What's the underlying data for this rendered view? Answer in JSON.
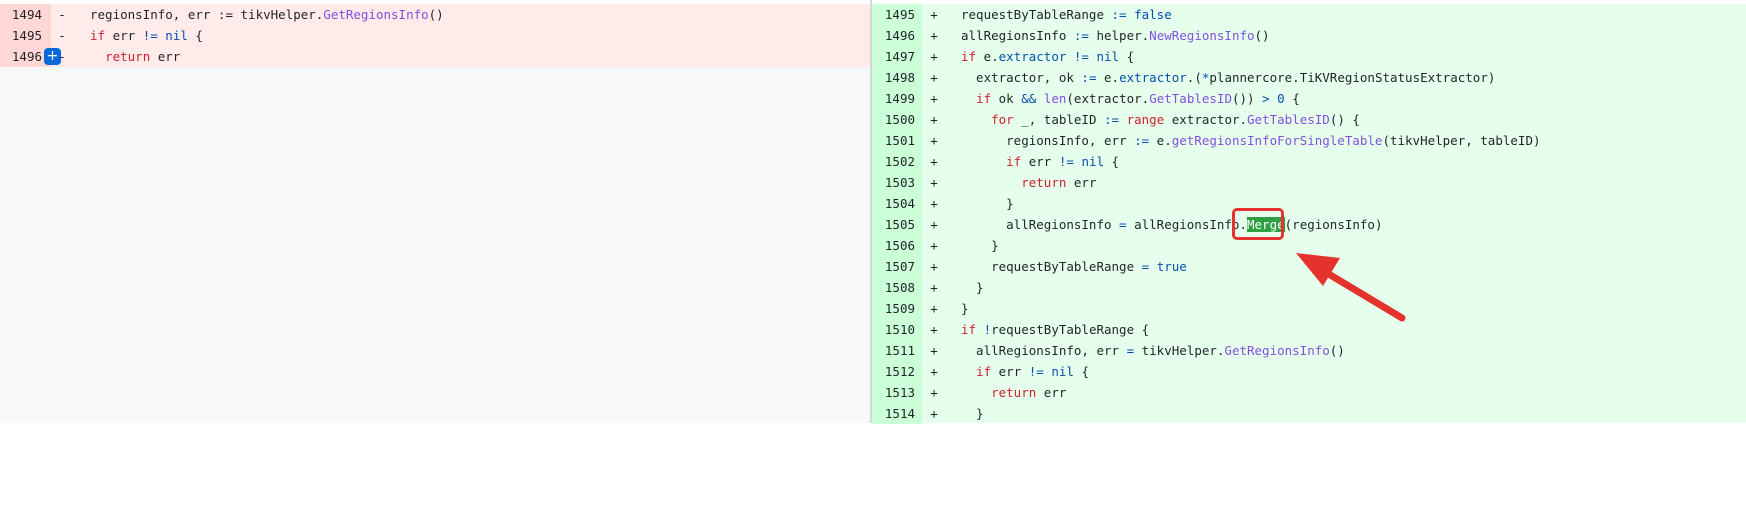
{
  "left_lines": [
    {
      "num": "1494",
      "sign": "-",
      "code": "regionsInfo, err := tikvHelper.GetRegionsInfo()"
    },
    {
      "num": "1495",
      "sign": "-",
      "code": "if err != nil {"
    },
    {
      "num": "1496",
      "sign": "-",
      "code": "  return err"
    }
  ],
  "right_lines": [
    {
      "num": "1495",
      "sign": "+",
      "code": "requestByTableRange := false"
    },
    {
      "num": "1496",
      "sign": "+",
      "code": "allRegionsInfo := helper.NewRegionsInfo()"
    },
    {
      "num": "1497",
      "sign": "+",
      "code": "if e.extractor != nil {"
    },
    {
      "num": "1498",
      "sign": "+",
      "code": "  extractor, ok := e.extractor.(*plannercore.TiKVRegionStatusExtractor)"
    },
    {
      "num": "1499",
      "sign": "+",
      "code": "  if ok && len(extractor.GetTablesID()) > 0 {"
    },
    {
      "num": "1500",
      "sign": "+",
      "code": "    for _, tableID := range extractor.GetTablesID() {"
    },
    {
      "num": "1501",
      "sign": "+",
      "code": "      regionsInfo, err := e.getRegionsInfoForSingleTable(tikvHelper, tableID)"
    },
    {
      "num": "1502",
      "sign": "+",
      "code": "      if err != nil {"
    },
    {
      "num": "1503",
      "sign": "+",
      "code": "        return err"
    },
    {
      "num": "1504",
      "sign": "+",
      "code": "      }"
    },
    {
      "num": "1505",
      "sign": "+",
      "code": "      allRegionsInfo = allRegionsInfo.Merge(regionsInfo)"
    },
    {
      "num": "1506",
      "sign": "+",
      "code": "    }"
    },
    {
      "num": "1507",
      "sign": "+",
      "code": "    requestByTableRange = true"
    },
    {
      "num": "1508",
      "sign": "+",
      "code": "  }"
    },
    {
      "num": "1509",
      "sign": "+",
      "code": "}"
    },
    {
      "num": "1510",
      "sign": "+",
      "code": "if !requestByTableRange {"
    },
    {
      "num": "1511",
      "sign": "+",
      "code": "  allRegionsInfo, err = tikvHelper.GetRegionsInfo()"
    },
    {
      "num": "1512",
      "sign": "+",
      "code": "  if err != nil {"
    },
    {
      "num": "1513",
      "sign": "+",
      "code": "    return err"
    },
    {
      "num": "1514",
      "sign": "+",
      "code": "  }"
    }
  ],
  "expand_button": "+",
  "colors": {
    "deleted": "#ffebe9",
    "added": "#e6ffec",
    "annotation": "#e5322d",
    "highlight": "#2ea043"
  }
}
